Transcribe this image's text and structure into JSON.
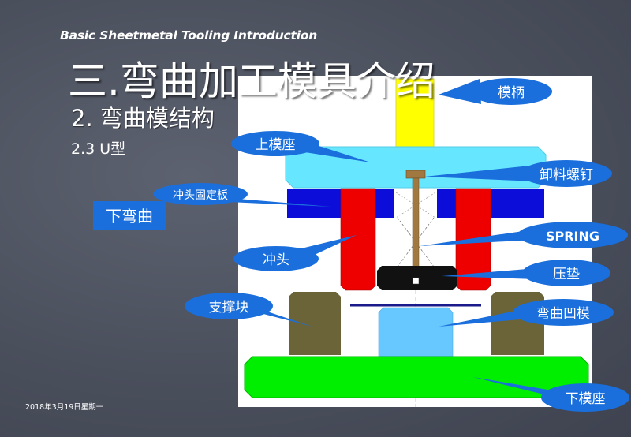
{
  "slide": {
    "header": "Basic Sheetmetal Tooling Introduction",
    "title": "三.弯曲加工模具介绍",
    "subtitle": "2. 弯曲模结构",
    "section": "2.3  U型",
    "date": "2018年3月19日星期一"
  },
  "diagram": {
    "lower_bend_tag": "下弯曲",
    "callouts": {
      "shank": "模柄",
      "upper_die_seat": "上模座",
      "stripper_bolt": "卸料螺钉",
      "punch_holder": "冲头固定板",
      "spring": "SPRING",
      "punch": "冲头",
      "pressure_pad": "压垫",
      "support_block": "支撑块",
      "bend_die": "弯曲凹模",
      "lower_die_seat": "下模座"
    },
    "colors": {
      "shank": "#ffff00",
      "upper_die_seat": "#66e6ff",
      "punch_holder": "#0d0dd9",
      "punch": "#ee0000",
      "stripper_bolt": "#a07840",
      "pressure_pad": "#111111",
      "support_block": "#6b6439",
      "bend_die": "#66c8ff",
      "lower_die_seat": "#00ee00",
      "callout": "#1a6fdc"
    }
  }
}
